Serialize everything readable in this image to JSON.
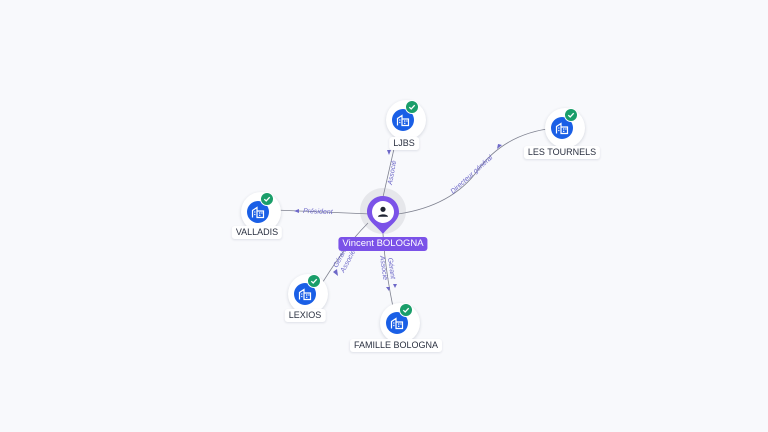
{
  "center": {
    "label": "Vincent BOLOGNA",
    "icon": "person-icon",
    "color": "#7b52e8"
  },
  "companies": [
    {
      "id": "ljbs",
      "label": "LJBS",
      "icon": "company-icon",
      "verified": true
    },
    {
      "id": "les-tournels",
      "label": "LES TOURNELS",
      "icon": "company-icon",
      "verified": true
    },
    {
      "id": "valladis",
      "label": "VALLADIS",
      "icon": "company-icon",
      "verified": true
    },
    {
      "id": "lexios",
      "label": "LEXIOS",
      "icon": "company-icon",
      "verified": true
    },
    {
      "id": "famille-bologna",
      "label": "FAMILLE BOLOGNA",
      "icon": "company-icon",
      "verified": true
    }
  ],
  "relations": [
    {
      "to": "ljbs",
      "roles": [
        "Associé"
      ]
    },
    {
      "to": "les-tournels",
      "roles": [
        "Directeur général"
      ]
    },
    {
      "to": "valladis",
      "roles": [
        "Président"
      ]
    },
    {
      "to": "lexios",
      "roles": [
        "Gérant",
        "Associé"
      ]
    },
    {
      "to": "famille-bologna",
      "roles": [
        "Gérant",
        "Associé"
      ]
    }
  ],
  "colors": {
    "company": "#1a5fe6",
    "verified": "#1a9e6a",
    "edge": "#7f8290",
    "relation_text": "#6d68c8"
  }
}
